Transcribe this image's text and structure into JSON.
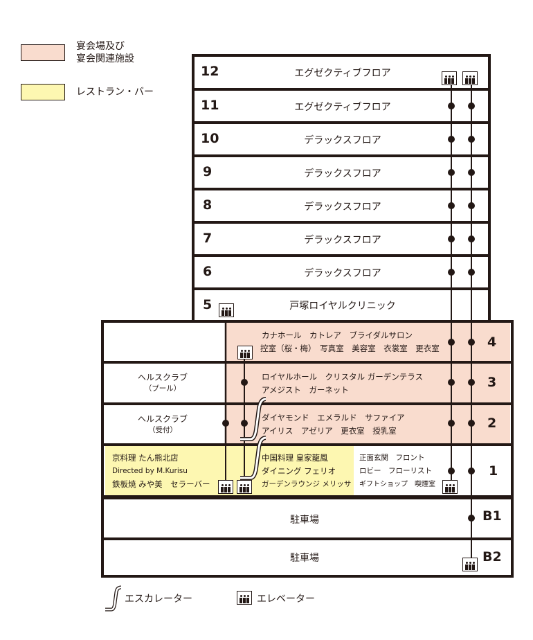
{
  "legend": {
    "banquet_label_line1": "宴会場及び",
    "banquet_label_line2": "宴会関連施設",
    "restaurant_label": "レストラン・バー",
    "escalator_label": "エスカレーター",
    "elevator_label": "エレベーター"
  },
  "colors": {
    "banquet": "#f9dcce",
    "restaurant": "#fdf7b1",
    "line": "#231815"
  },
  "tower_floors": [
    {
      "num": "12",
      "name": "エグゼクティブフロア"
    },
    {
      "num": "11",
      "name": "エグゼクティブフロア"
    },
    {
      "num": "10",
      "name": "デラックスフロア"
    },
    {
      "num": "9",
      "name": "デラックスフロア"
    },
    {
      "num": "8",
      "name": "デラックスフロア"
    },
    {
      "num": "7",
      "name": "デラックスフロア"
    },
    {
      "num": "6",
      "name": "デラックスフロア"
    },
    {
      "num": "5",
      "name": "戸塚ロイヤルクリニック"
    }
  ],
  "floor4": {
    "num": "4",
    "line1": "カナホール　カトレア　ブライダルサロン",
    "line2": "控室（桜・梅）　写真室　美容室　衣裳室　更衣室"
  },
  "floor3": {
    "num": "3",
    "left_line1": "ヘルスクラブ",
    "left_line2": "（プール）",
    "line1": "ロイヤルホール　クリスタル ガーデンテラス",
    "line2": "アメジスト　ガーネット"
  },
  "floor2": {
    "num": "2",
    "left_line1": "ヘルスクラブ",
    "left_line2": "（受付）",
    "line1": "ダイヤモンド　エメラルド　サファイア",
    "line2": "アイリス　アゼリア　更衣室　授乳室"
  },
  "floor1": {
    "num": "1",
    "left_line1": "京料理 たん熊北店",
    "left_line2": "Directed by M.Kurisu",
    "left_line3": "鉄板焼 みや美　セラーバー",
    "mid_line1": "中国料理 皇家龍鳳",
    "mid_line2": "ダイニング フェリオ",
    "mid_line3": "ガーデンラウンジ メリッサ",
    "right_line1": "正面玄関　フロント",
    "right_line2": "ロビー　フローリスト",
    "right_line3": "ギフトショップ　喫煙室"
  },
  "basement": [
    {
      "num": "B1",
      "name": "駐車場"
    },
    {
      "num": "B2",
      "name": "駐車場"
    }
  ]
}
